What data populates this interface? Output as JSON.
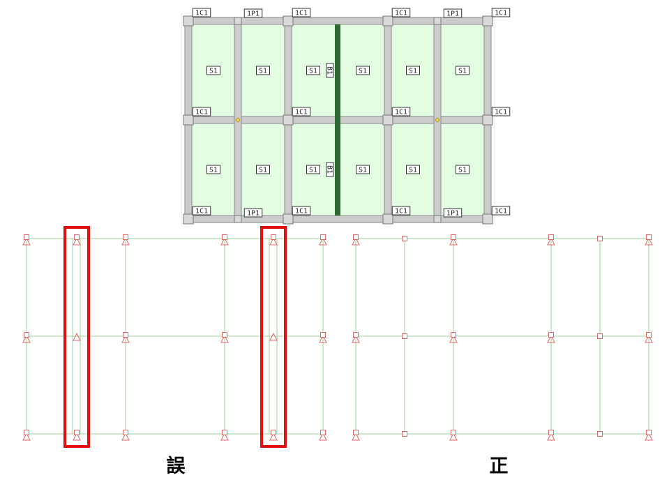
{
  "plan": {
    "column_label": "1C1",
    "post_label": "1P1",
    "slab_label": "S1",
    "beam_label": "B1",
    "colors": {
      "slab": "#e3fde3",
      "member": "#cccccc",
      "member_edge": "#8a8a8a",
      "beam": "#2d6a32"
    }
  },
  "frames": {
    "wrong_caption": "誤",
    "correct_caption": "正",
    "colors": {
      "frame_line": "#9ed29e",
      "support": "#e06565",
      "highlight": "#e01010"
    }
  }
}
